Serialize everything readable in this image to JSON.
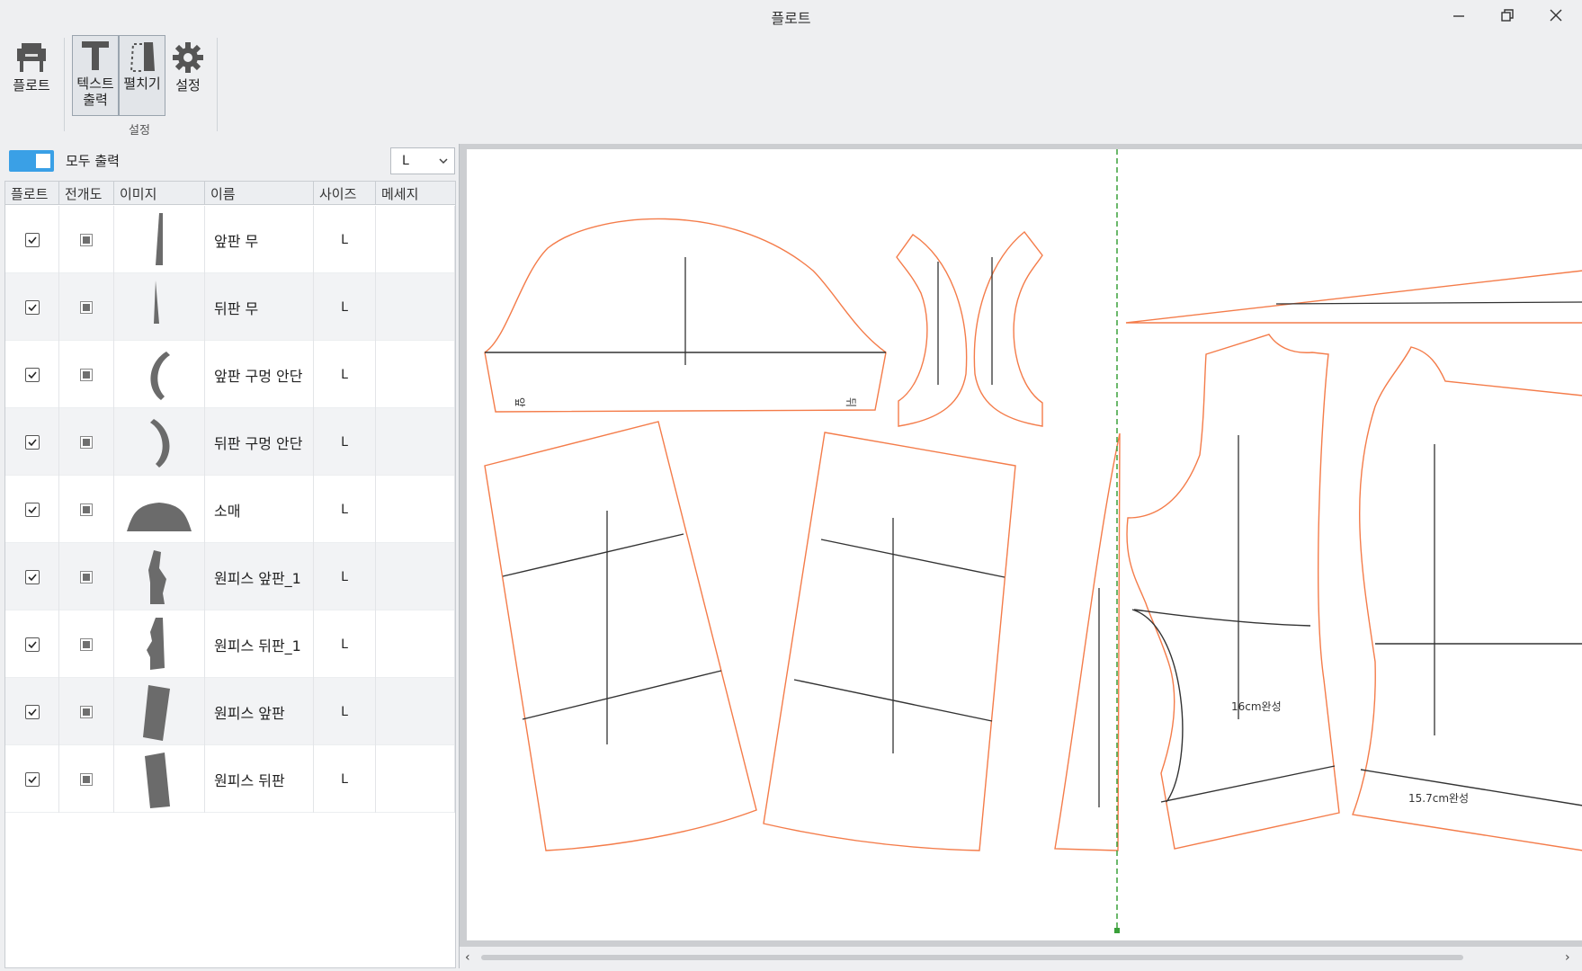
{
  "window": {
    "title": "플로트"
  },
  "ribbon": {
    "plot_label": "플로트",
    "text_output_label": "텍스트\n출력",
    "unfold_label": "펼치기",
    "settings_label": "설정",
    "group_label": "설정"
  },
  "panel": {
    "toggle_label": "모두 출력",
    "size_select": "L",
    "columns": [
      "플로트",
      "전개도",
      "이미지",
      "이름",
      "사이즈",
      "메세지"
    ],
    "rows": [
      {
        "name": "앞판 무",
        "size": "L",
        "plot": true,
        "shape": "front-gore"
      },
      {
        "name": "뒤판 무",
        "size": "L",
        "plot": true,
        "shape": "back-gore"
      },
      {
        "name": "앞판 구멍 안단",
        "size": "L",
        "plot": true,
        "shape": "front-armhole-facing"
      },
      {
        "name": "뒤판 구멍 안단",
        "size": "L",
        "plot": true,
        "shape": "back-armhole-facing"
      },
      {
        "name": "소매",
        "size": "L",
        "plot": true,
        "shape": "sleeve"
      },
      {
        "name": "원피스 앞판_1",
        "size": "L",
        "plot": true,
        "shape": "dress-front-1"
      },
      {
        "name": "원피스 뒤판_1",
        "size": "L",
        "plot": true,
        "shape": "dress-back-1"
      },
      {
        "name": "원피스 앞판",
        "size": "L",
        "plot": true,
        "shape": "dress-front"
      },
      {
        "name": "원피스 뒤판",
        "size": "L",
        "plot": true,
        "shape": "dress-back"
      }
    ]
  },
  "canvas": {
    "piece_color": "#f47c4a",
    "line_color": "#333333",
    "marker_color": "#3aa03a",
    "labels": {
      "sleeve_front": "앞",
      "sleeve_back": "뒤",
      "measure_front": "16cm완성",
      "measure_back": "15.7cm완성"
    }
  }
}
